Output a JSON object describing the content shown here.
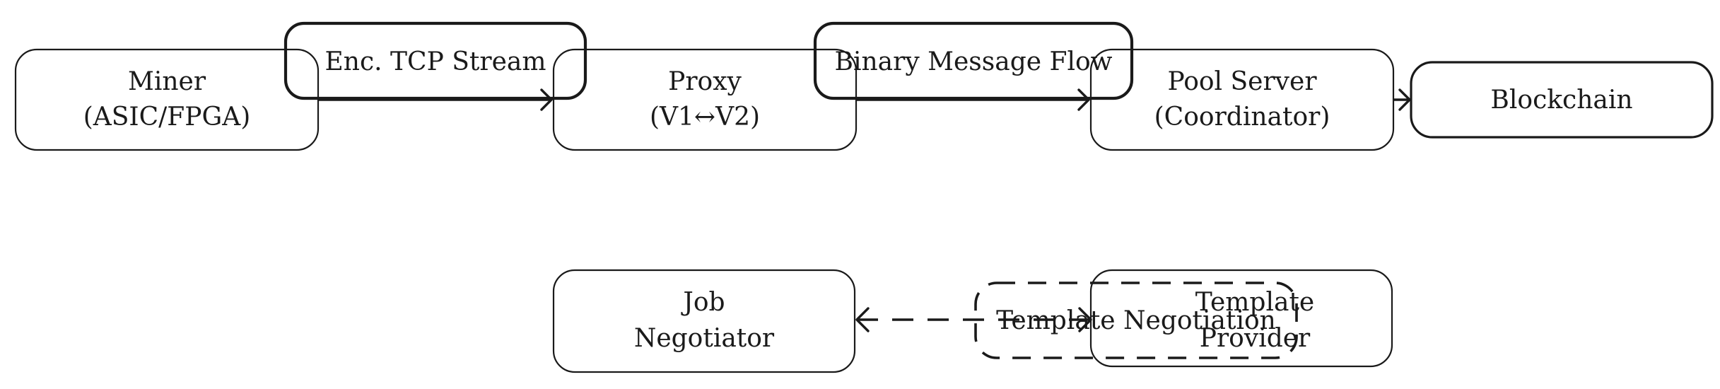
{
  "nodes": {
    "miner": {
      "line1": "Miner",
      "line2": "(ASIC/FPGA)"
    },
    "proxy": {
      "line1": "Proxy",
      "line2": "(V1↔V2)"
    },
    "pool_server": {
      "line1": "Pool Server",
      "line2": "(Coordinator)"
    },
    "blockchain": {
      "line1": "Blockchain"
    },
    "job_negotiator": {
      "line1": "Job",
      "line2": "Negotiator"
    },
    "template_provider": {
      "line1": "Template",
      "line2": "Provider"
    }
  },
  "edges": {
    "miner_to_proxy": {
      "label": "Enc. TCP Stream",
      "style": "solid"
    },
    "proxy_to_pool": {
      "label": "Binary Message Flow",
      "style": "solid"
    },
    "pool_to_blockchain": {
      "label": "",
      "style": "solid"
    },
    "template_negotiation": {
      "label": "Template Negotiation",
      "style": "dashed",
      "bidirectional": true
    }
  },
  "colors": {
    "stroke": "#1a1a1a",
    "background": "#ffffff"
  }
}
